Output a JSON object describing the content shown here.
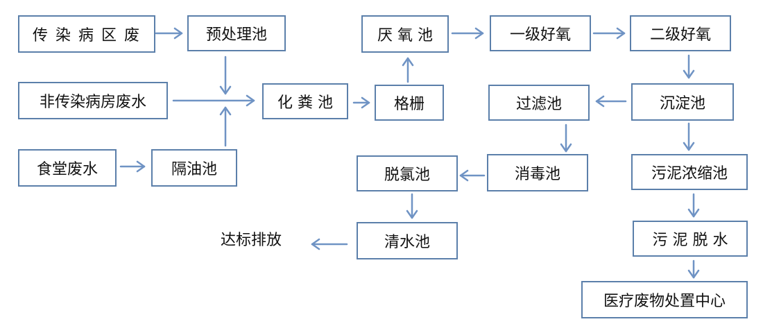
{
  "theme": {
    "box_border": "#5b7faa",
    "arrow": "#6f93c4",
    "text": "#111111"
  },
  "nodes": {
    "infectious_ward_waste": "传 染 病 区 废",
    "pretreatment_tank": "预处理池",
    "non_infectious_wastewater": "非传染病房废水",
    "canteen_wastewater": "食堂废水",
    "grease_trap": "隔油池",
    "septic_tank": "化 粪 池",
    "grille": "格栅",
    "anaerobic_tank": "厌 氧 池",
    "primary_aerobic": "一级好氧",
    "secondary_aerobic": "二级好氧",
    "sedimentation_tank": "沉淀池",
    "filter_tank": "过滤池",
    "disinfection_tank": "消毒池",
    "dechlorination_tank": "脱氯池",
    "clear_water_tank": "清水池",
    "discharge": "达标排放",
    "sludge_thickener": "污泥浓缩池",
    "sludge_dewatering": "污 泥 脱 水",
    "medical_waste_center": "医疗废物处置中心"
  }
}
